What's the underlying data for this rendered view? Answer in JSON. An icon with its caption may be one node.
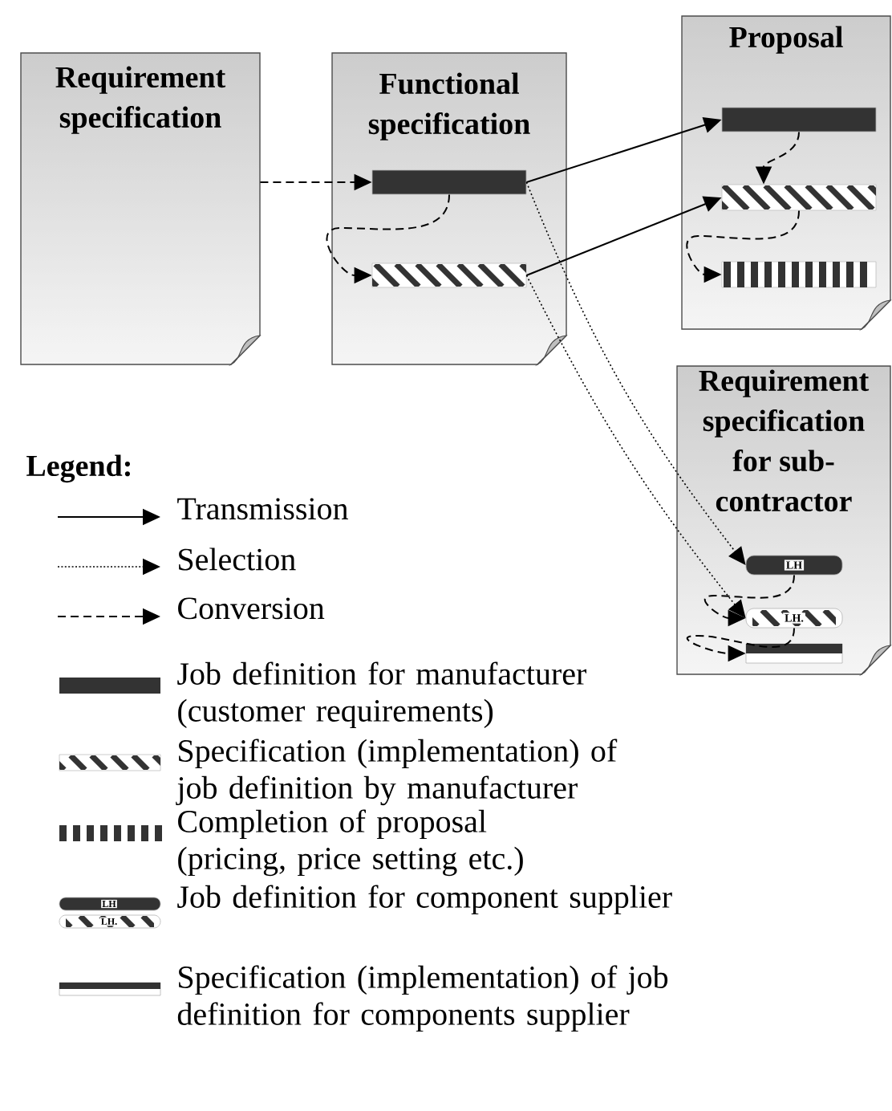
{
  "diagram": {
    "nodes": [
      {
        "text": [
          "Requirement specification"
        ]
      },
      {
        "text": [
          "Functional specification"
        ]
      },
      {
        "text": [],
        "shape": "bar",
        "in": 1
      },
      {
        "text": [],
        "shape": "bar",
        "in": 1
      },
      {
        "text": [
          "Proposal"
        ]
      },
      {
        "text": [],
        "shape": "bar",
        "in": 4
      },
      {
        "text": [],
        "shape": "bar",
        "in": 4
      },
      {
        "text": [],
        "shape": "bar",
        "in": 4
      },
      {
        "text": [
          "Requirement specification for sub-contractor"
        ]
      },
      {
        "text": [
          "LH"
        ],
        "in": 8
      },
      {
        "text": [
          "LH."
        ],
        "in": 8
      },
      {
        "text": [],
        "shape": "bar",
        "in": 8
      }
    ],
    "edges": [
      {
        "from": 0,
        "to": 2,
        "arrow": "to",
        "style": "dashed"
      },
      {
        "from": 2,
        "to": 3,
        "arrow": "to",
        "style": "dashed"
      },
      {
        "from": 2,
        "to": 5,
        "arrow": "to"
      },
      {
        "from": 3,
        "to": 6,
        "arrow": "to"
      },
      {
        "from": 5,
        "to": 6,
        "arrow": "to",
        "style": "dashed"
      },
      {
        "from": 6,
        "to": 7,
        "arrow": "to",
        "style": "dashed"
      },
      {
        "from": 2,
        "to": 9,
        "arrow": "to",
        "style": "dashed"
      },
      {
        "from": 3,
        "to": 10,
        "arrow": "to",
        "style": "dashed"
      },
      {
        "from": 9,
        "to": 10,
        "arrow": "to",
        "style": "dashed"
      },
      {
        "from": 10,
        "to": 11,
        "arrow": "to",
        "style": "dashed"
      }
    ],
    "labels": [
      "Legend:",
      "LH",
      "LH."
    ],
    "legend": [
      {
        "text": "Transmission"
      },
      {
        "text": "Selection"
      },
      {
        "text": "Conversion"
      },
      {
        "text": "Job definition for manufacturer (customer requirements)",
        "color": "#333333"
      },
      {
        "text": "Specification (implementation) of job definition by manufacturer"
      },
      {
        "text": "Completion of proposal (pricing, price setting etc.)"
      },
      {
        "text": "Job definition for component supplier"
      },
      {
        "text": "Specification (implementation) of job definition for components supplier"
      }
    ]
  }
}
